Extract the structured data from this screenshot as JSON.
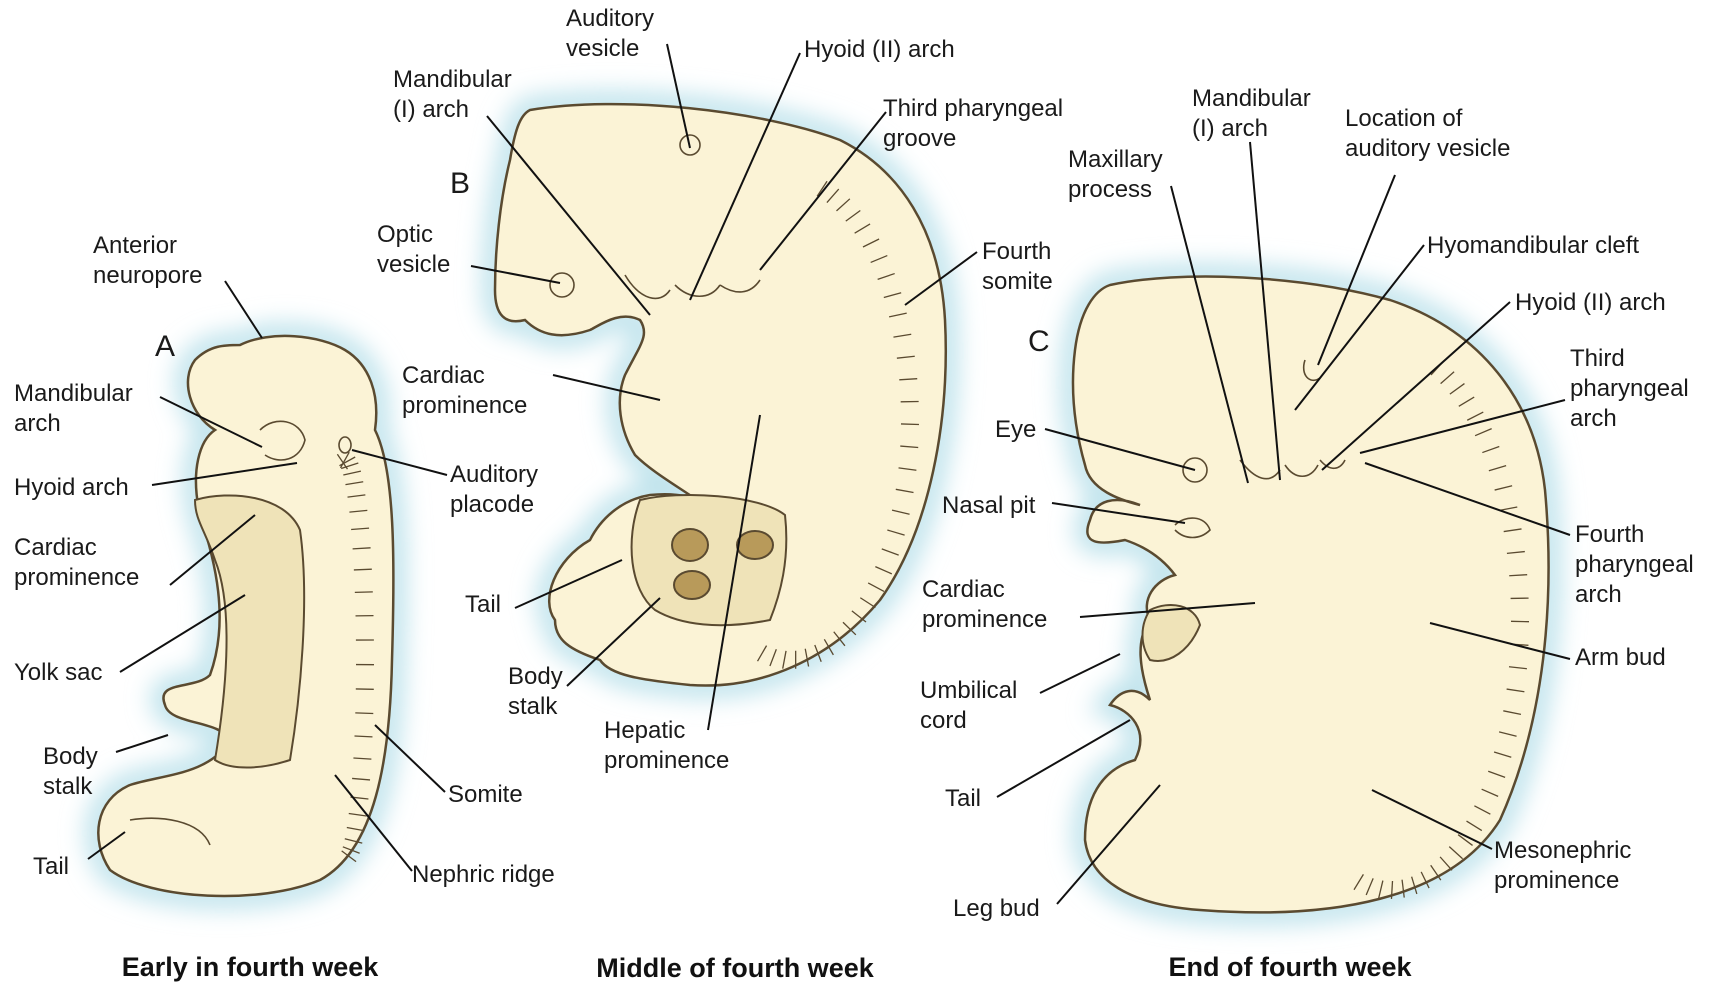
{
  "panels": [
    {
      "letter": "A",
      "caption": "Early in fourth week",
      "labels": {
        "anterior_neuropore": [
          "Anterior",
          "neuropore"
        ],
        "mandibular_arch": [
          "Mandibular",
          "arch"
        ],
        "hyoid_arch": [
          "Hyoid arch"
        ],
        "cardiac_prominence": [
          "Cardiac",
          "prominence"
        ],
        "yolk_sac": [
          "Yolk sac"
        ],
        "body_stalk": [
          "Body",
          "stalk"
        ],
        "tail": [
          "Tail"
        ],
        "auditory_placode": [
          "Auditory",
          "placode"
        ],
        "somite": [
          "Somite"
        ],
        "nephric_ridge": [
          "Nephric ridge"
        ]
      }
    },
    {
      "letter": "B",
      "caption": "Middle of fourth week",
      "labels": {
        "auditory_vesicle": [
          "Auditory",
          "vesicle"
        ],
        "mandibular_arch": [
          "Mandibular",
          "(I) arch"
        ],
        "hyoid_arch": [
          "Hyoid (II) arch"
        ],
        "third_pharyngeal_groove": [
          "Third pharyngeal",
          "groove"
        ],
        "optic_vesicle": [
          "Optic",
          "vesicle"
        ],
        "fourth_somite": [
          "Fourth",
          "somite"
        ],
        "cardiac_prominence": [
          "Cardiac",
          "prominence"
        ],
        "tail": [
          "Tail"
        ],
        "body_stalk": [
          "Body",
          "stalk"
        ],
        "hepatic_prominence": [
          "Hepatic",
          "prominence"
        ]
      }
    },
    {
      "letter": "C",
      "caption": "End of fourth week",
      "labels": {
        "mandibular_arch": [
          "Mandibular",
          "(I) arch"
        ],
        "location_auditory_vesicle": [
          "Location of",
          "auditory vesicle"
        ],
        "maxillary_process": [
          "Maxillary",
          "process"
        ],
        "hyomandibular_cleft": [
          "Hyomandibular cleft"
        ],
        "hyoid_arch": [
          "Hyoid (II) arch"
        ],
        "third_pharyngeal_arch": [
          "Third",
          "pharyngeal",
          "arch"
        ],
        "eye": [
          "Eye"
        ],
        "nasal_pit": [
          "Nasal pit"
        ],
        "fourth_pharyngeal_arch": [
          "Fourth",
          "pharyngeal",
          "arch"
        ],
        "cardiac_prominence": [
          "Cardiac",
          "prominence"
        ],
        "arm_bud": [
          "Arm bud"
        ],
        "umbilical_cord": [
          "Umbilical",
          "cord"
        ],
        "tail": [
          "Tail"
        ],
        "leg_bud": [
          "Leg bud"
        ],
        "mesonephric_prominence": [
          "Mesonephric",
          "prominence"
        ]
      }
    }
  ],
  "colors": {
    "embryo_fill": "#fbf3d6",
    "embryo_shade": "#efe3b8",
    "outline": "#5a4a30",
    "halo": "#bfe3ec",
    "leader": "#111111"
  }
}
